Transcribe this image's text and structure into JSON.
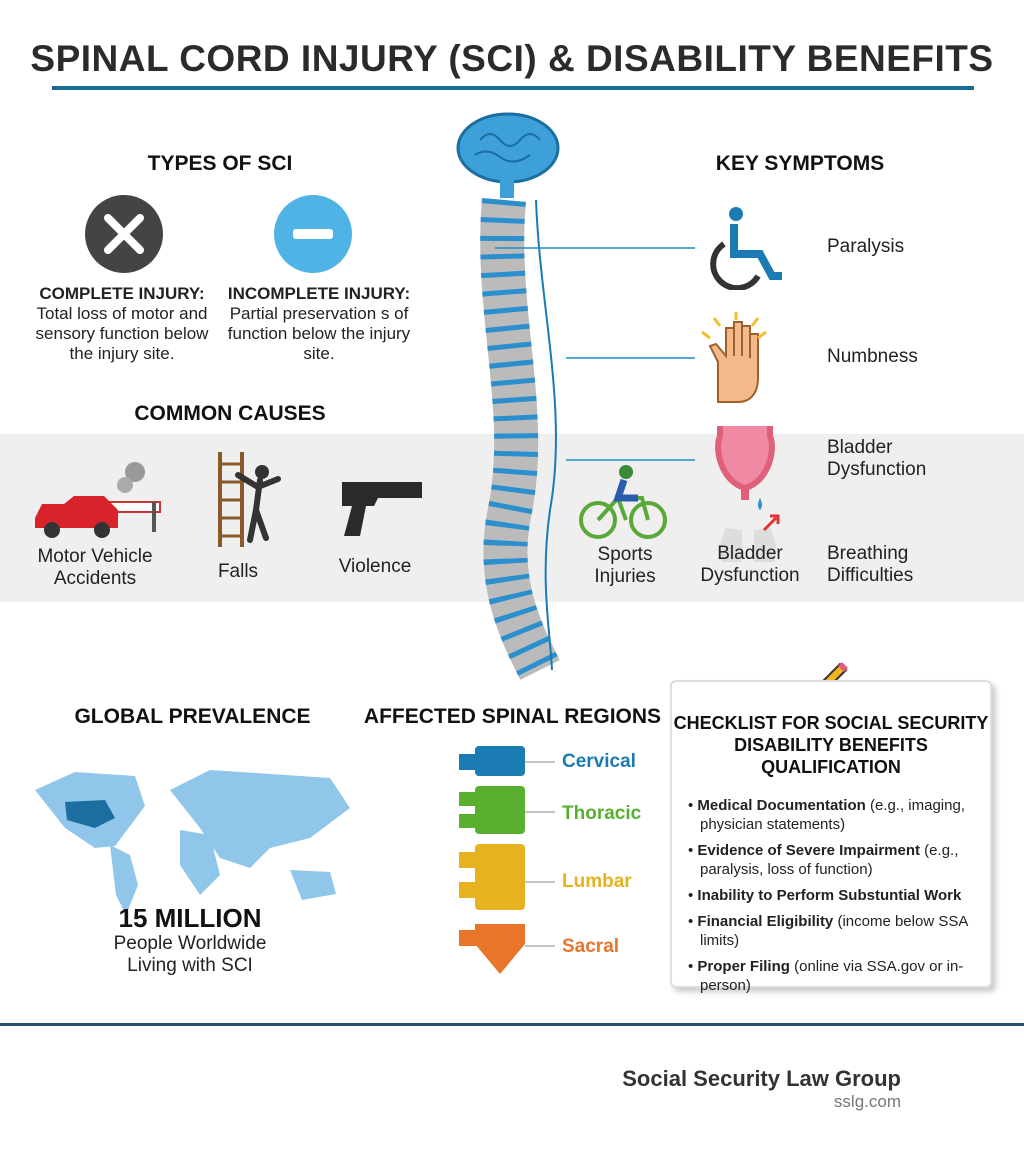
{
  "title": "SPINAL CORD INJURY (SCI) & DISABILITY BENEFITS",
  "types": {
    "heading": "TYPES OF SCI",
    "complete": {
      "label": "COMPLETE INJURY:",
      "desc": "Total loss of motor and sensory function below the injury site.",
      "icon": "x-circle-icon"
    },
    "incomplete": {
      "label": "INCOMPLETE INJURY:",
      "desc": "Partial preservation s of function below the injury site.",
      "icon": "minus-circle-icon"
    }
  },
  "causes": {
    "heading": "COMMON CAUSES",
    "items": [
      "Motor Vehicle Accidents",
      "Falls",
      "Violence",
      "Sports Injuries"
    ]
  },
  "symptoms": {
    "heading": "KEY SYMPTOMS",
    "items": [
      "Paralysis",
      "Numbness",
      "Bladder Dysfunction",
      "Breathing Difficulties"
    ],
    "extra_label": "Bladder Dysfunction"
  },
  "prevalence": {
    "heading": "GLOBAL PREVALENCE",
    "number": "15 MILLION",
    "line1": "People Worldwide",
    "line2": "Living with SCI"
  },
  "regions": {
    "heading": "AFFECTED SPINAL REGIONS",
    "items": [
      {
        "label": "Cervical",
        "color": "#1b7bb3"
      },
      {
        "label": "Thoracic",
        "color": "#59b030"
      },
      {
        "label": "Lumbar",
        "color": "#e6b320"
      },
      {
        "label": "Sacral",
        "color": "#e8752a"
      }
    ]
  },
  "checklist": {
    "title": "CHECKLIST FOR SOCIAL SECURITY DISABILITY BENEFITS QUALIFICATION",
    "items": [
      {
        "bold": "Medical Documentation",
        "rest": " (e.g., imaging, physician statements)"
      },
      {
        "bold": "Evidence of Severe Impairment",
        "rest": " (e.g., paralysis, loss of function)"
      },
      {
        "bold": "Inability to Perform Substuntial Work",
        "rest": ""
      },
      {
        "bold": "Financial Eligibility",
        "rest": " (income below SSA limits)"
      },
      {
        "bold": "Proper Filing",
        "rest": " (online via SSA.gov or in-person)"
      }
    ]
  },
  "footer": {
    "org": "Social Security Law Group",
    "site": "sslg.com"
  },
  "colors": {
    "accent": "#1a6a95",
    "band": "#efefef"
  }
}
